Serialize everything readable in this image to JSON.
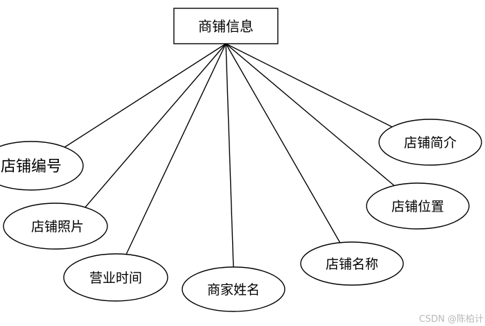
{
  "entity": {
    "label": "商铺信息"
  },
  "attributes": [
    {
      "id": "shop-id",
      "label": "店铺编号"
    },
    {
      "id": "shop-photo",
      "label": "店铺照片"
    },
    {
      "id": "business-hours",
      "label": "营业时间"
    },
    {
      "id": "merchant-name",
      "label": "商家姓名"
    },
    {
      "id": "shop-name",
      "label": "店铺名称"
    },
    {
      "id": "shop-location",
      "label": "店铺位置"
    },
    {
      "id": "shop-intro",
      "label": "店铺简介"
    }
  ],
  "watermark": "CSDN @陈柏计",
  "colors": {
    "stroke": "#000000",
    "background": "#ffffff",
    "watermark": "#b8b8b8"
  }
}
